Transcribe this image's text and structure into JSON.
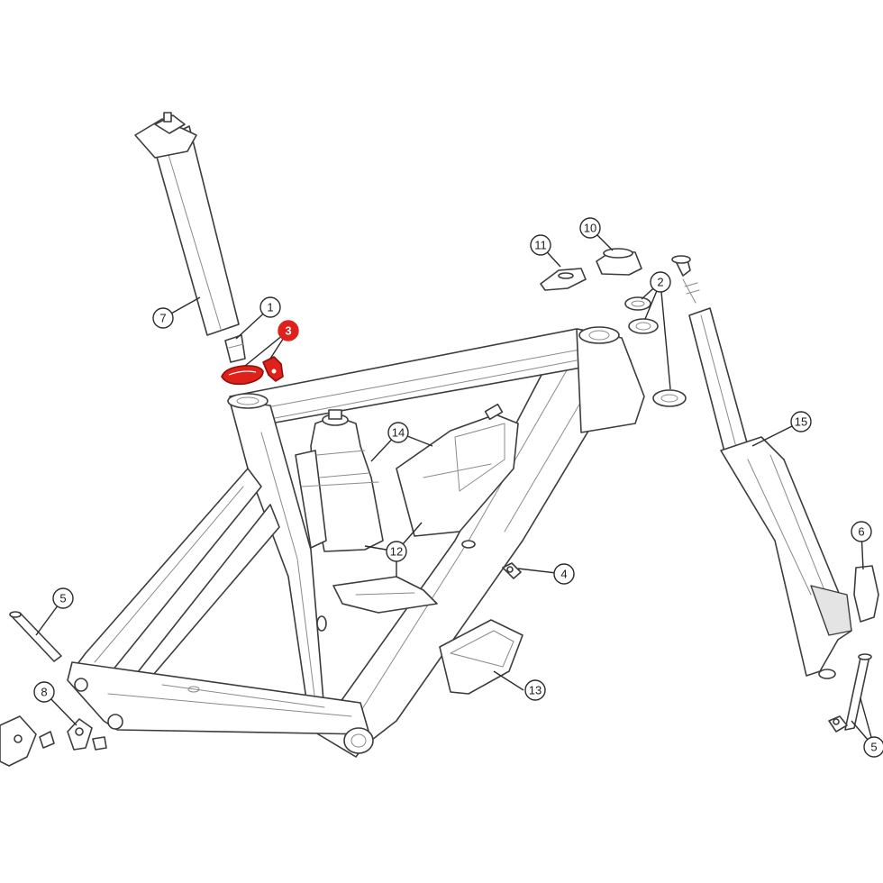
{
  "callouts": [
    {
      "id": "1",
      "label": "1"
    },
    {
      "id": "2",
      "label": "2"
    },
    {
      "id": "3",
      "label": "3",
      "highlighted": true
    },
    {
      "id": "4",
      "label": "4"
    },
    {
      "id": "5a",
      "label": "5"
    },
    {
      "id": "5b",
      "label": "5"
    },
    {
      "id": "6",
      "label": "6"
    },
    {
      "id": "7",
      "label": "7"
    },
    {
      "id": "8",
      "label": "8"
    },
    {
      "id": "10",
      "label": "10"
    },
    {
      "id": "11",
      "label": "11"
    },
    {
      "id": "12",
      "label": "12"
    },
    {
      "id": "13",
      "label": "13"
    },
    {
      "id": "14",
      "label": "14"
    },
    {
      "id": "15",
      "label": "15"
    }
  ],
  "colors": {
    "highlight": "#e0201b",
    "line": "#3c3c3c",
    "background": "#ffffff"
  }
}
